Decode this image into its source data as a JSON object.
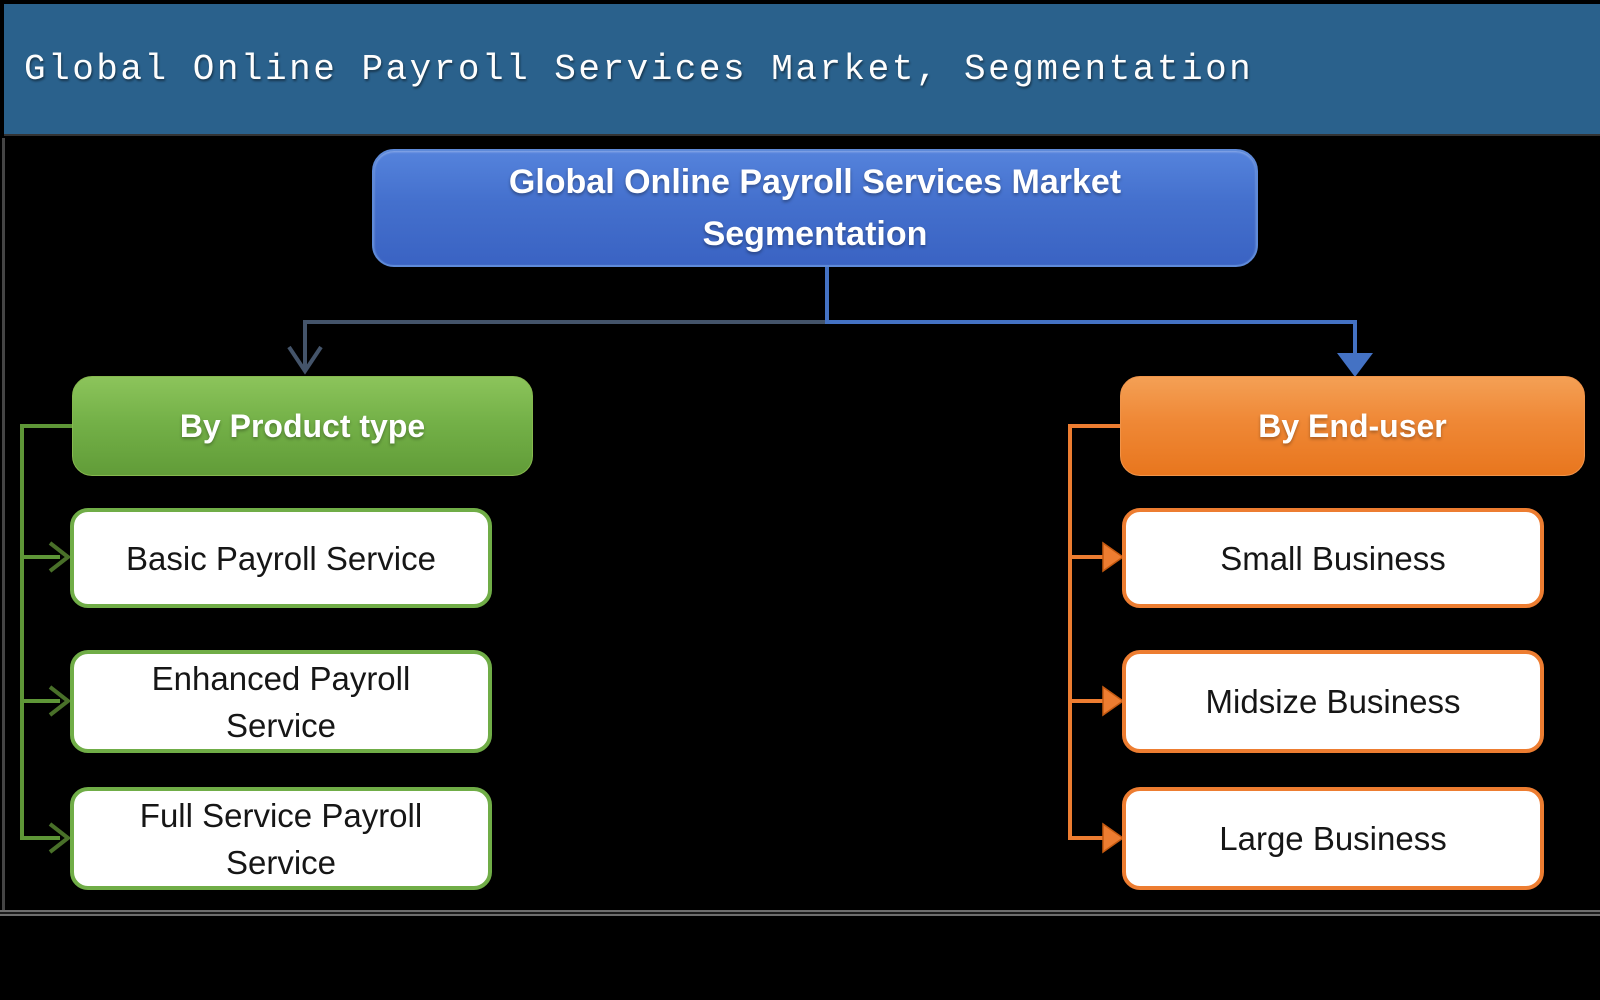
{
  "header": {
    "title": "Global Online Payroll Services Market, Segmentation"
  },
  "diagram": {
    "root": {
      "label": "Global Online Payroll Services Market Segmentation"
    },
    "branches": [
      {
        "id": "product-type",
        "label": "By Product type",
        "accent_color": "#70AD47",
        "children": [
          "Basic Payroll Service",
          "Enhanced Payroll Service",
          "Full Service Payroll Service"
        ]
      },
      {
        "id": "end-user",
        "label": "By End-user",
        "accent_color": "#ED7D31",
        "children": [
          "Small Business",
          "Midsize Business",
          "Large Business"
        ]
      }
    ],
    "colors": {
      "header_bg": "#2A618C",
      "root_box_blue": "#4472C4",
      "product_green": "#70AD47",
      "end_user_orange": "#ED7D31",
      "root_connector_left": "#44546A",
      "root_connector_right": "#4472C4",
      "background": "#000000",
      "child_box_bg": "#FFFFFF",
      "text_light": "#FFFFFF",
      "text_dark": "#161616"
    }
  }
}
